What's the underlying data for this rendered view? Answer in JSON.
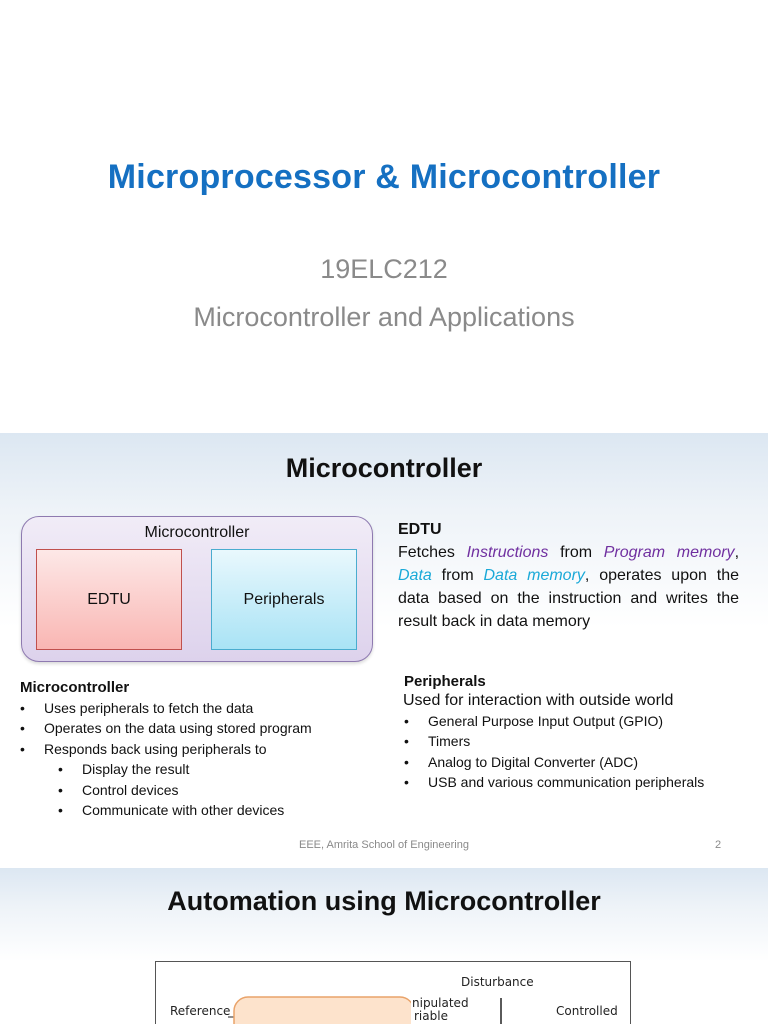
{
  "slide1": {
    "title": "Microprocessor & Microcontroller",
    "course_code": "19ELC212",
    "course_name": "Microcontroller and Applications"
  },
  "slide2": {
    "title": "Microcontroller",
    "diagram": {
      "outer_label": "Microcontroller",
      "left_box": "EDTU",
      "right_box": "Peripherals"
    },
    "edtu": {
      "heading": "EDTU",
      "parts": [
        {
          "text": "Fetches ",
          "style": "plain"
        },
        {
          "text": "Instructions",
          "style": "purple"
        },
        {
          "text": " from ",
          "style": "plain"
        },
        {
          "text": "Program memory",
          "style": "purple"
        },
        {
          "text": ", ",
          "style": "plain"
        },
        {
          "text": "Data",
          "style": "cyan"
        },
        {
          "text": " from ",
          "style": "plain"
        },
        {
          "text": "Data memory",
          "style": "cyan"
        },
        {
          "text": ", operates upon the data based on the instruction and writes the result back in data memory",
          "style": "plain"
        }
      ]
    },
    "microcontroller_list": {
      "heading": "Microcontroller",
      "items": [
        "Uses peripherals to fetch the data",
        "Operates on the data using stored program",
        "Responds back using peripherals to"
      ],
      "subitems": [
        "Display the result",
        "Control devices",
        "Communicate with other devices"
      ]
    },
    "peripherals_list": {
      "heading": "Peripherals",
      "subheading": "Used for interaction with outside world",
      "items": [
        "General Purpose Input Output (GPIO)",
        "Timers",
        "Analog to Digital Converter (ADC)",
        "USB and various communication peripherals"
      ]
    },
    "footer": {
      "text": "EEE, Amrita School of Engineering",
      "page": "2"
    }
  },
  "slide3": {
    "title": "Automation using Microcontroller",
    "figure": {
      "disturbance": "Disturbance",
      "reference": "Reference",
      "manipulated_1": "nipulated",
      "manipulated_2": "riable",
      "controlled": "Controlled"
    }
  },
  "colors": {
    "title_blue": "#1570c2",
    "subtitle_gray": "#8a8a8a",
    "highlight_purple": "#7030a0",
    "highlight_cyan": "#1aa9d8"
  }
}
